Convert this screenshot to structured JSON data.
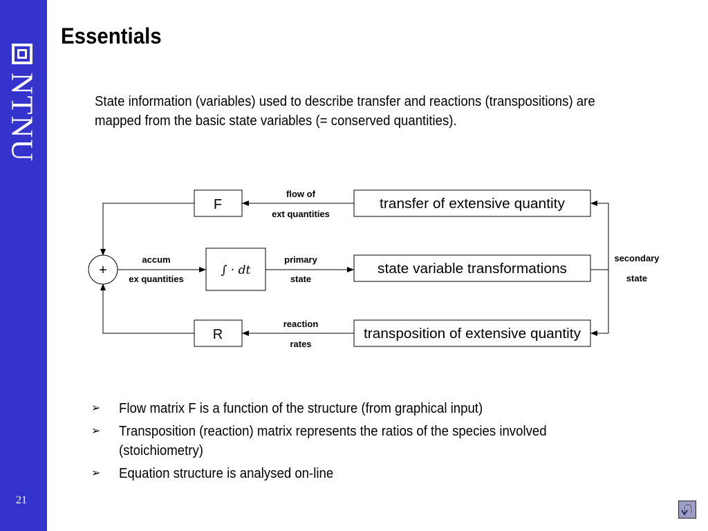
{
  "sidebar": {
    "logo_text": "NTNU",
    "slide_number": "21"
  },
  "title": "Essentials",
  "intro": "State information (variables) used to describe transfer and reactions (transpositions) are mapped from the basic state variables (= conserved quantities).",
  "diagram": {
    "sum_symbol": "+",
    "f_label": "F",
    "r_label": "R",
    "integral_label": "∫ · dt",
    "flow_label": [
      "flow of",
      "ext quantities"
    ],
    "accum_label": [
      "accum",
      "ex quantities"
    ],
    "primary_label": [
      "primary",
      "state"
    ],
    "reaction_label": [
      "reaction",
      "rates"
    ],
    "secondary_label": [
      "secondary",
      "state"
    ],
    "transfer_box": "transfer of extensive quantity",
    "transform_box": "state variable transformations",
    "transposition_box": "transposition of extensive quantity"
  },
  "bullets": [
    "Flow matrix F is a function of the structure (from graphical input)",
    "Transposition (reaction) matrix represents the ratios of the species involved (stoichiometry)",
    "Equation structure is analysed on-line"
  ],
  "bullet_marker": "➢",
  "colors": {
    "sidebar": "#3434cc",
    "nav_button": "#9c9cc4"
  },
  "nav_icon": "return-arrow-icon"
}
